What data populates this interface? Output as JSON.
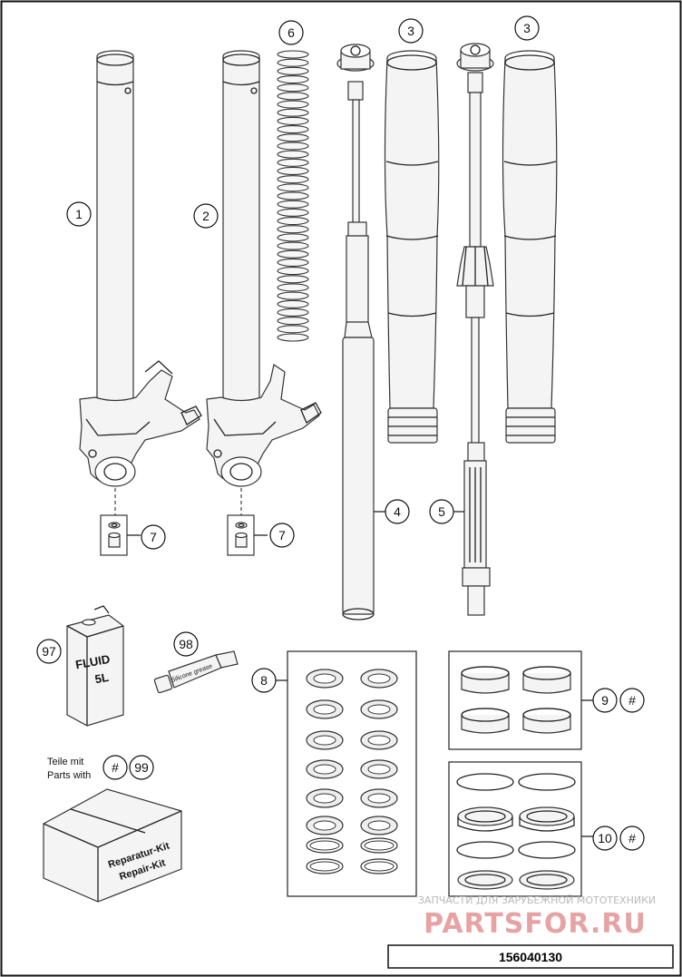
{
  "callouts": {
    "c1": "1",
    "c2": "2",
    "c3a": "3",
    "c3b": "3",
    "c4": "4",
    "c5": "5",
    "c6": "6",
    "c7a": "7",
    "c7b": "7",
    "c8": "8",
    "c9": "9",
    "c9hash": "#",
    "c10": "10",
    "c10hash": "#",
    "c97": "97",
    "c98": "98",
    "c99": "99",
    "c99hash": "#"
  },
  "legend": {
    "line1": "Teile mit",
    "line2": "Parts with"
  },
  "product_labels": {
    "fluid_line1": "FLUID",
    "fluid_line2": "5L",
    "tube_text": "Silicone grease",
    "kit_line1": "Reparatur-Kit",
    "kit_line2": "Repair-Kit"
  },
  "watermark": {
    "top": "ЗАПЧАСТИ ДЛЯ ЗАРУБЕЖНОЙ МОТОТЕХНИКИ",
    "brand": "PARTSFOR.RU"
  },
  "drawing_number": "156040130",
  "icons": [
    "fork-outer-tube-left",
    "fork-outer-tube-right",
    "fork-spring",
    "fork-protector",
    "cartridge",
    "screw",
    "fluid-can",
    "grease-tube",
    "repair-kit-box"
  ]
}
